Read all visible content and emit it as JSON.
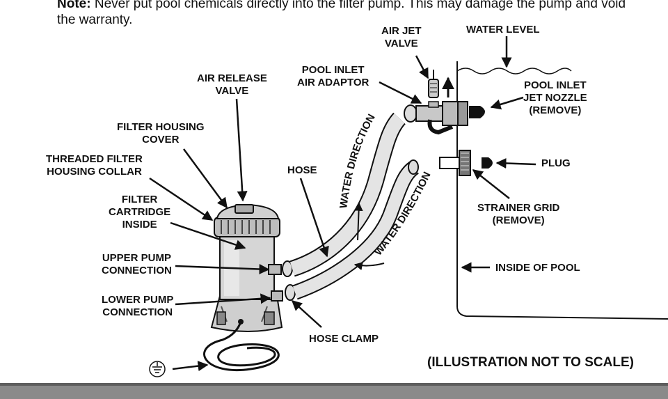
{
  "note": {
    "label": "Note:",
    "text": "Never put pool chemicals directly into the filter pump. This may damage the pump and void the warranty."
  },
  "labels": {
    "air_jet_valve": [
      "AIR JET",
      "VALVE"
    ],
    "water_level": "WATER LEVEL",
    "air_release_valve": [
      "AIR RELEASE",
      "VALVE"
    ],
    "pool_inlet_air_adaptor": [
      "POOL INLET",
      "AIR ADAPTOR"
    ],
    "pool_inlet_jet_nozzle": [
      "POOL INLET",
      "JET NOZZLE",
      "(REMOVE)"
    ],
    "filter_housing_cover": [
      "FILTER HOUSING",
      "COVER"
    ],
    "threaded_filter_housing_collar": [
      "THREADED FILTER",
      "HOUSING COLLAR"
    ],
    "hose": "HOSE",
    "plug": "PLUG",
    "filter_cartridge_inside": [
      "FILTER",
      "CARTRIDGE",
      "INSIDE"
    ],
    "strainer_grid": [
      "STRAINER GRID",
      "(REMOVE)"
    ],
    "upper_pump_connection": [
      "UPPER PUMP",
      "CONNECTION"
    ],
    "inside_of_pool": "INSIDE OF POOL",
    "lower_pump_connection": [
      "LOWER PUMP",
      "CONNECTION"
    ],
    "hose_clamp": "HOSE CLAMP",
    "water_direction": "WATER DIRECTION"
  },
  "scale_note": "(ILLUSTRATION NOT TO SCALE)",
  "icons": [
    "ground-symbol-icon"
  ]
}
